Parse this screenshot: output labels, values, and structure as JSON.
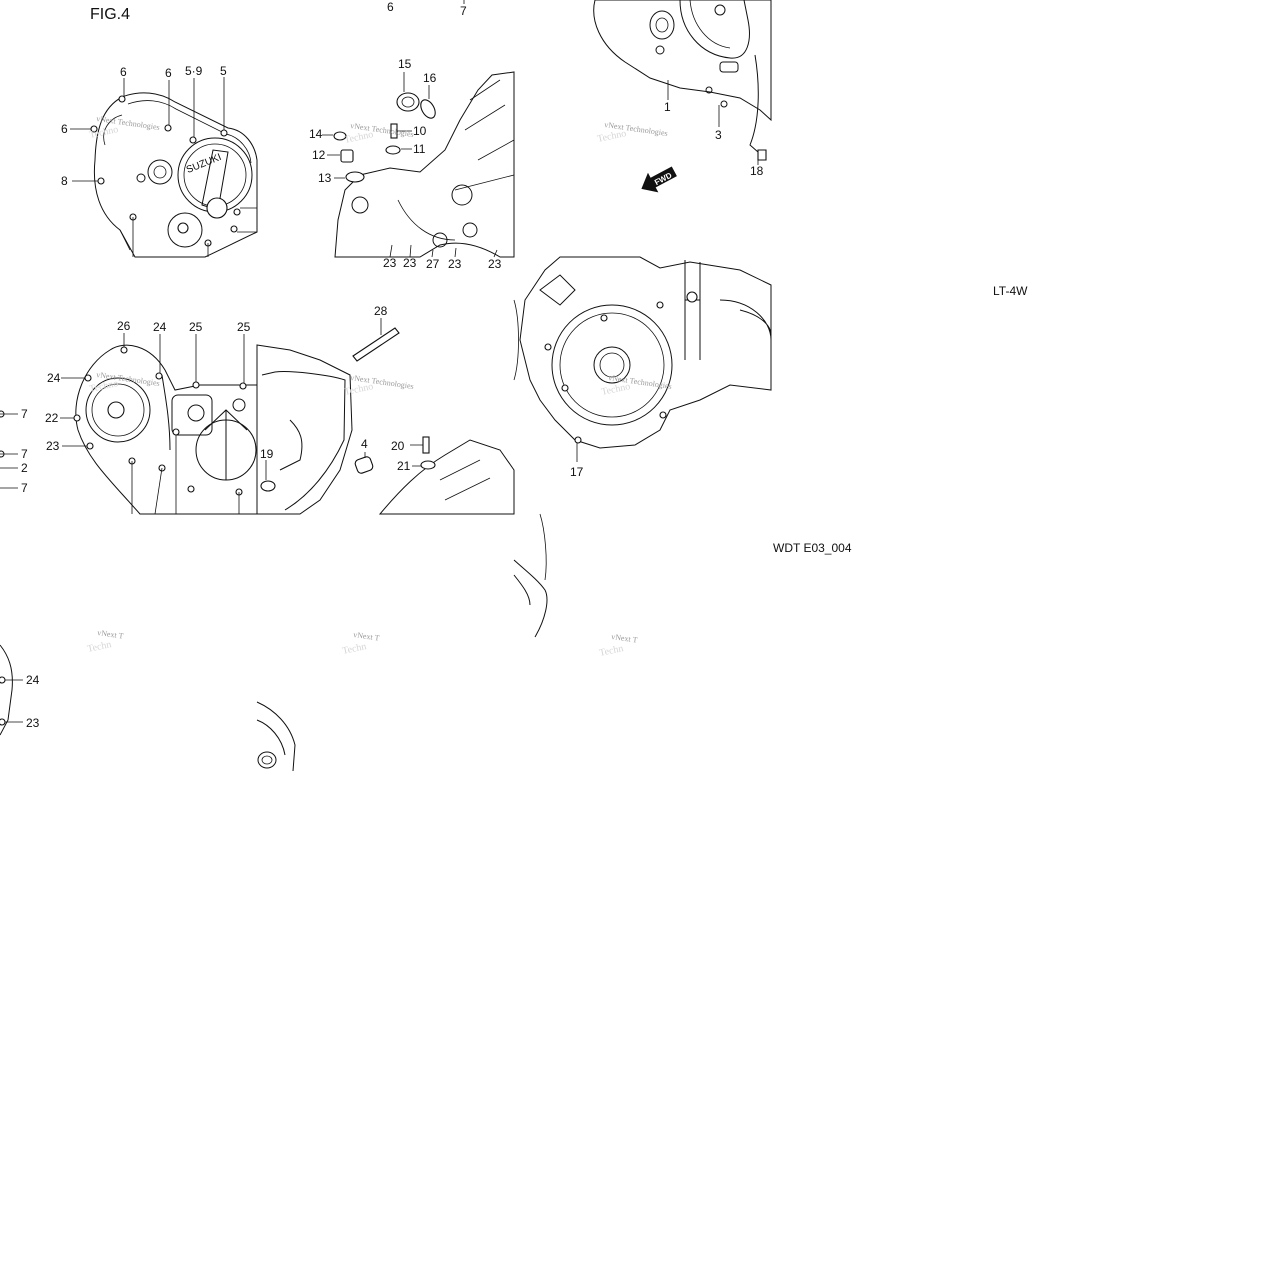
{
  "diagram": {
    "figure_label": "FIG.4",
    "model_code": "LT-4W",
    "drawing_code": "WDT E03_004",
    "watermark": {
      "line1": "vNext Technologies",
      "line1_short": "vNext T",
      "line2": "Techno",
      "line2_short": "Techn"
    },
    "fwd_arrow": "FWD",
    "callouts": {
      "c1": "1",
      "c2": "2",
      "c3": "3",
      "c4": "4",
      "c5": "5",
      "c59": "5·9",
      "c6": "6",
      "c7": "7",
      "c8": "8",
      "c10": "10",
      "c11": "11",
      "c12": "12",
      "c13": "13",
      "c14": "14",
      "c15": "15",
      "c16": "16",
      "c17": "17",
      "c18": "18",
      "c19": "19",
      "c20": "20",
      "c21": "21",
      "c22": "22",
      "c23": "23",
      "c24": "24",
      "c25": "25",
      "c26": "26",
      "c27": "27",
      "c28": "28"
    }
  }
}
